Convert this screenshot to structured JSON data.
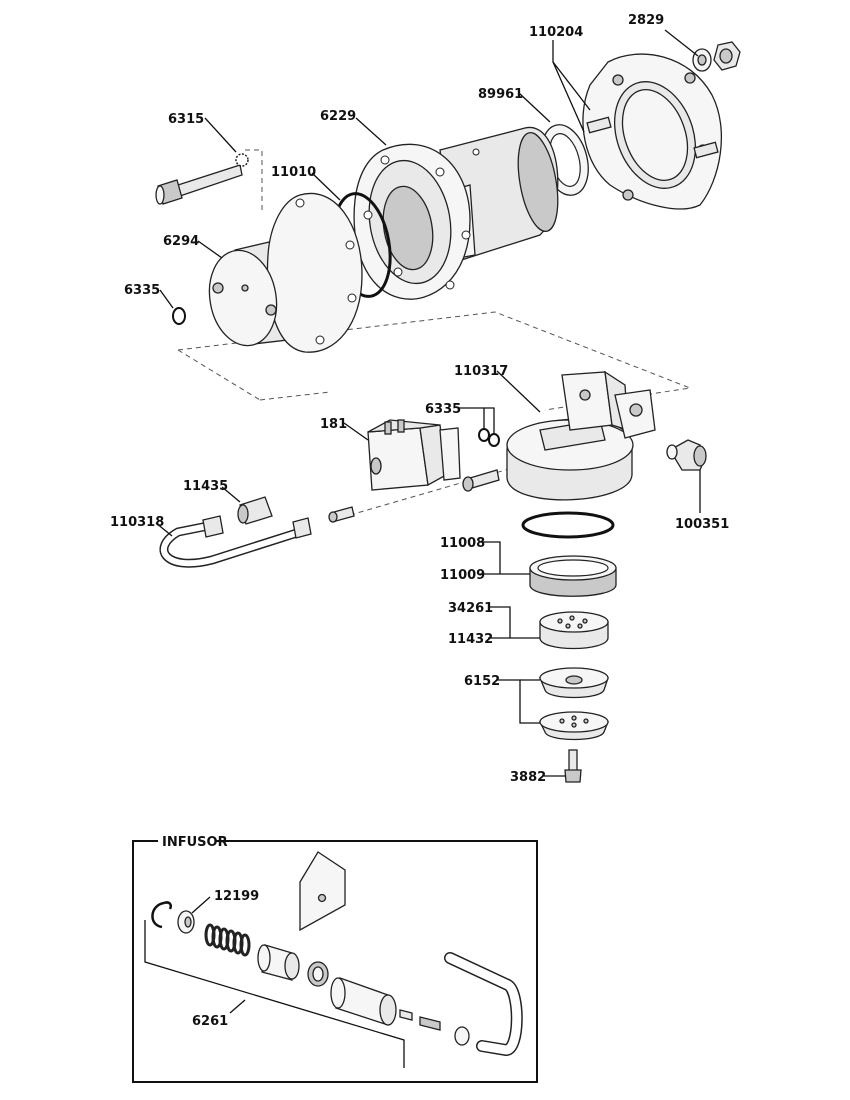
{
  "labels": {
    "p2829": "2829",
    "p110204": "110204",
    "p89961": "89961",
    "p6229": "6229",
    "p6315": "6315",
    "p11010": "11010",
    "p6294": "6294",
    "p6335a": "6335",
    "p110317": "110317",
    "p6335b": "6335",
    "p181": "181",
    "p100351": "100351",
    "p11435": "11435",
    "p110318": "110318",
    "p11008": "11008",
    "p11009": "11009",
    "p34261": "34261",
    "p11432": "11432",
    "p6152": "6152",
    "p3882": "3882",
    "p12199": "12199",
    "p6261": "6261"
  },
  "infusor": {
    "title": "INFUSOR"
  }
}
